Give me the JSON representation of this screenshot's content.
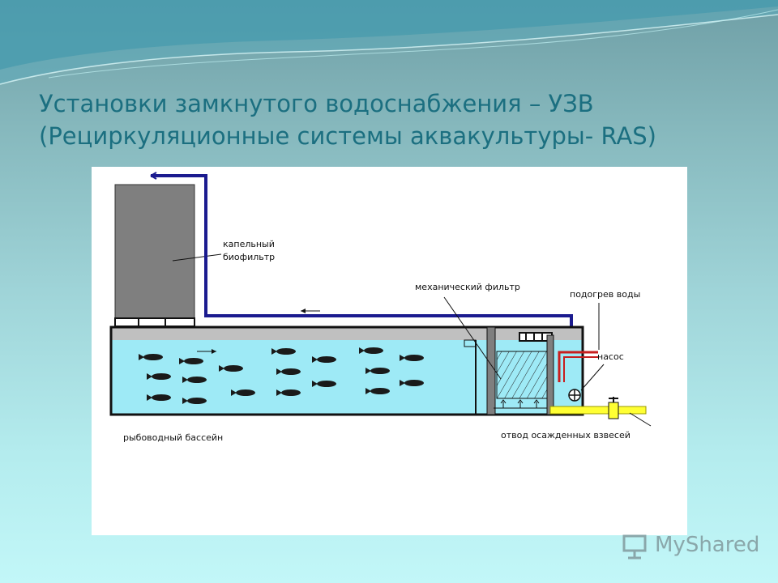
{
  "slide": {
    "title_line1": "Установки замкнутого водоснабжения – УЗВ",
    "title_line2": "(Рециркуляционные системы аквакультуры- RAS)"
  },
  "diagram": {
    "labels": {
      "biofilter_line1": "капельный",
      "biofilter_line2": "биофильтр",
      "mechanical_filter": "механический фильтр",
      "water_heating": "подогрев воды",
      "pump": "насос",
      "fish_pool": "рыбоводный бассейн",
      "sediment_drain": "отвод осажденных взвесей"
    },
    "colors": {
      "water": "#9eeaf6",
      "pipe": "#1b1b8f",
      "heater_pipe": "#c81e1e",
      "drain_pipe": "#ffff33",
      "biofilter": "#7f7f7f",
      "fish": "#1a1a1a"
    },
    "icons": [
      "fish-icon",
      "flow-arrow-icon",
      "valve-icon"
    ]
  },
  "watermark": {
    "text": "MyShared"
  }
}
